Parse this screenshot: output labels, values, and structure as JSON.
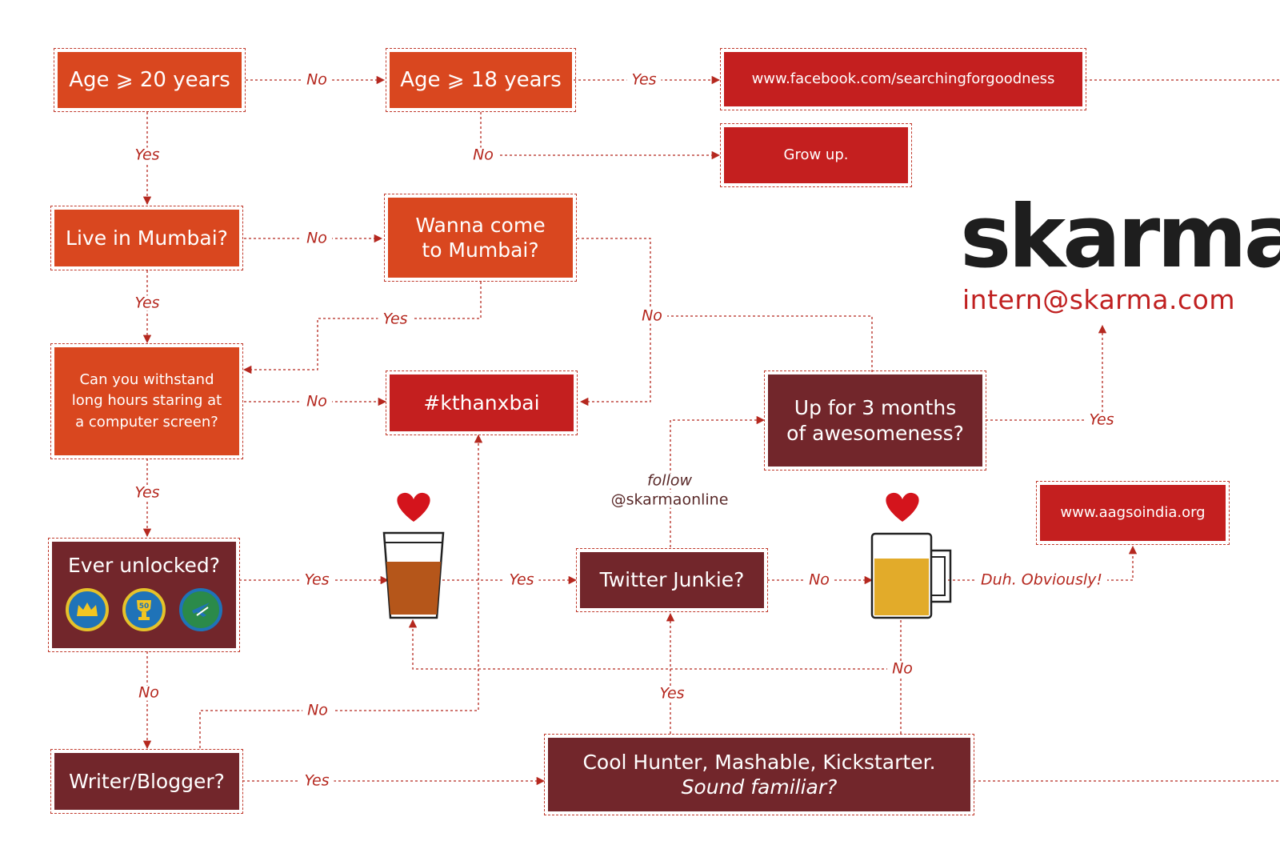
{
  "nodes": {
    "age20": "Age ⩾ 20 years",
    "age18": "Age ⩾ 18 years",
    "facebook": "www.facebook.com/searchingforgoodness",
    "growup": "Grow up.",
    "mumbai": "Live in Mumbai?",
    "wanna_line1": "Wanna come",
    "wanna_line2": "to Mumbai?",
    "withstand_line1": "Can you withstand",
    "withstand_line2": "long hours staring at",
    "withstand_line3": "a computer screen?",
    "kthanxbai": "#kthanxbai",
    "upfor_line1": "Up for 3 months",
    "upfor_line2": "of awesomeness?",
    "unlocked": "Ever unlocked?",
    "twitter": "Twitter Junkie?",
    "aagso": "www.aagsoindia.org",
    "writer": "Writer/Blogger?",
    "cool_line1": "Cool Hunter, Mashable, Kickstarter.",
    "cool_line2": "Sound familiar?"
  },
  "labels": {
    "no_age20": "No",
    "yes_age18": "Yes",
    "no_age18": "No",
    "yes_age20": "Yes",
    "no_mumbai": "No",
    "yes_mumbai": "Yes",
    "yes_wanna": "Yes",
    "no_wanna": "No",
    "no_withstand": "No",
    "yes_upfor": "Yes",
    "yes_withstand": "Yes",
    "follow_line1": "follow",
    "follow_line2": "@skarmaonline",
    "yes_unlocked": "Yes",
    "yes_tea": "Yes",
    "no_twitter": "No",
    "duh": "Duh. Obviously!",
    "no_unlocked": "No",
    "no_writer": "No",
    "no_beer": "No",
    "yes_cool": "Yes",
    "yes_writer": "Yes"
  },
  "brand": {
    "logo": "skarma",
    "email": "intern@skarma.com"
  },
  "badges": [
    "crown-badge",
    "50-trophy-badge",
    "plane-badge"
  ],
  "badge_text": {
    "fifty": "50"
  },
  "icons": {
    "tea_heart": "heart-icon",
    "tea_glass": "chai-glass-icon",
    "beer_heart": "heart-icon",
    "beer_mug": "beer-mug-icon"
  },
  "colors": {
    "orange": "#d9471f",
    "red": "#c41f1f",
    "maroon": "#72262b",
    "line": "#b5281f",
    "heart": "#d4141c",
    "tea": "#b5561a",
    "beer": "#e2ab2a"
  }
}
